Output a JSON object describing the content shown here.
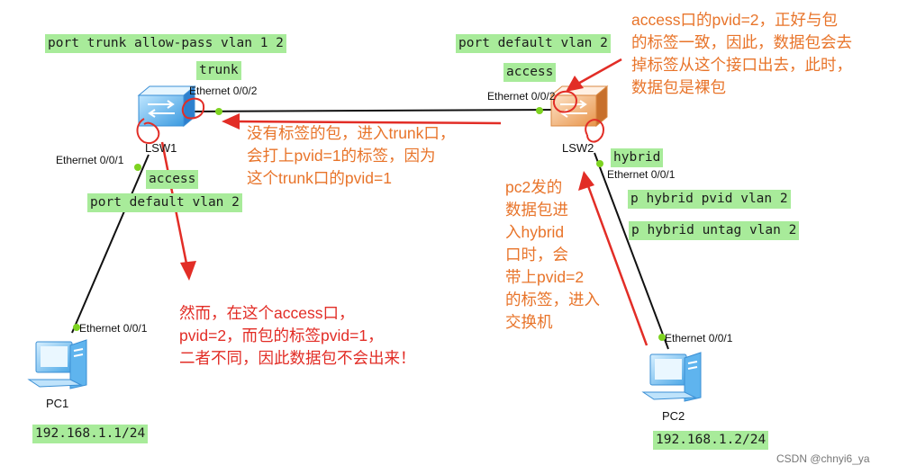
{
  "switches": {
    "lsw1": {
      "name": "LSW1",
      "port_top": "Ethernet 0/0/2",
      "port_bottom": "Ethernet 0/0/1"
    },
    "lsw2": {
      "name": "LSW2",
      "port_top": "Ethernet 0/0/2",
      "port_bottom": "Ethernet 0/0/1"
    }
  },
  "pcs": {
    "pc1": {
      "name": "PC1",
      "port": "Ethernet 0/0/1",
      "ip": "192.168.1.1/24"
    },
    "pc2": {
      "name": "PC2",
      "port": "Ethernet 0/0/1",
      "ip": "192.168.1.2/24"
    }
  },
  "config_tags": {
    "lsw1_trunk_cmd": "port trunk allow-pass vlan 1 2",
    "lsw1_trunk_mode": "trunk",
    "lsw1_access_mode": "access",
    "lsw1_access_cmd": "port default vlan 2",
    "lsw2_access_cmd": "port default vlan 2",
    "lsw2_access_mode": "access",
    "lsw2_hybrid_mode": "hybrid",
    "lsw2_hybrid_pvid": "p hybrid pvid vlan 2",
    "lsw2_hybrid_untag": "p hybrid untag vlan 2"
  },
  "notes": {
    "top_right": [
      "access口的pvid=2，正好与包",
      "的标签一致，因此，数据包会去",
      "掉标签从这个接口出去，此时，",
      "数据包是裸包"
    ],
    "trunk": [
      "没有标签的包，进入trunk口，",
      "会打上pvid=1的标签，因为",
      "这个trunk口的pvid=1"
    ],
    "hybrid": [
      "pc2发的",
      "数据包进",
      "入hybrid",
      "口时，会",
      "带上pvid=2",
      "的标签，进入",
      "交换机"
    ],
    "access": [
      "然而，在这个access口，",
      "pvid=2，而包的标签pvid=1，",
      "二者不同，因此数据包不会出来！"
    ]
  },
  "watermark": "CSDN @chnyi6_ya",
  "colors": {
    "note_orange": "#e8742a",
    "note_red": "#e22d26",
    "tag_green": "#a8eb9a",
    "link": "#111111",
    "port_dot": "#7ed321"
  }
}
